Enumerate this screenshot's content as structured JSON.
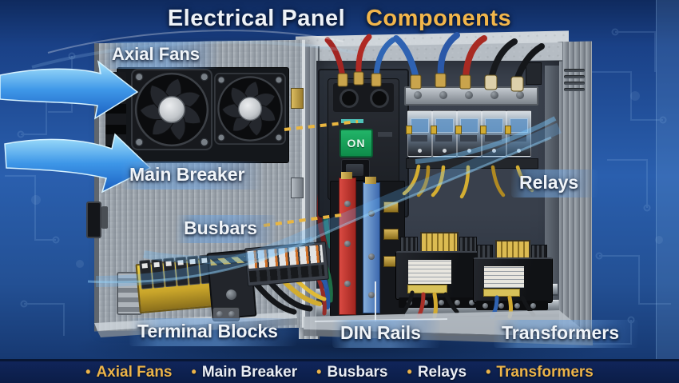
{
  "title": {
    "text_primary": "Electrical Panel",
    "text_accent": "Components"
  },
  "component_labels": {
    "axial_fans": "Axial Fans",
    "main_breaker": "Main Breaker",
    "busbars": "Busbars",
    "relays": "Relays",
    "terminal_blocks": "Terminal Blocks",
    "din_rails": "DIN Rails",
    "transformers": "Transformers"
  },
  "panel": {
    "breaker_switch_label": "ON"
  },
  "footer": {
    "bullet": "•",
    "items": [
      {
        "label": "Axial Fans",
        "highlighted": true
      },
      {
        "label": "Main Breaker",
        "highlighted": false
      },
      {
        "label": "Busbars",
        "highlighted": false
      },
      {
        "label": "Relays",
        "highlighted": false
      },
      {
        "label": "Transformers",
        "highlighted": true
      }
    ]
  },
  "colors": {
    "accent_gold": "#f2b64b",
    "label_white": "#f0f4f8",
    "background_blue": "#2a5ca8",
    "footer_navy": "#0b1d47",
    "breaker_on_green": "#18a85c",
    "busbar_red": "#c23636",
    "busbar_blue": "#4d7fc2",
    "arrow_blue": "#3e97e8",
    "leader_dash_gold": "#eab640"
  }
}
